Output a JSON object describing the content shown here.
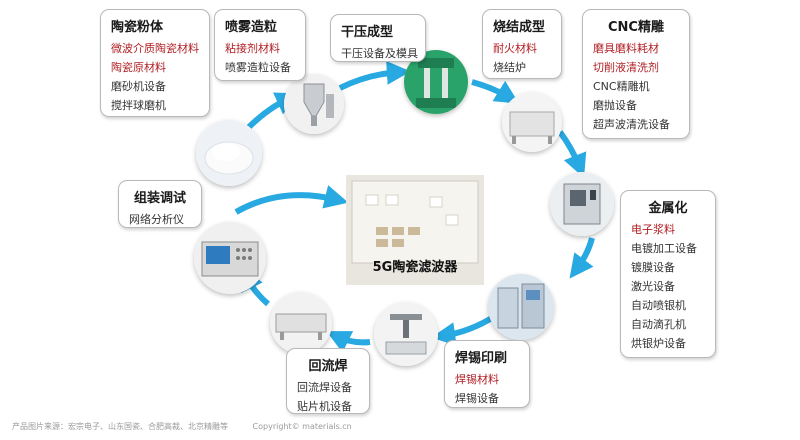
{
  "center": {
    "title": "5G陶瓷滤波器"
  },
  "colors": {
    "arrow": "#29a9e1",
    "accent": "#b01e23"
  },
  "steps": {
    "ceramic_powder": {
      "title": "陶瓷粉体",
      "items": [
        "微波介质陶瓷材料",
        "陶瓷原材料",
        "磨砂机设备",
        "搅拌球磨机"
      ]
    },
    "spray_granulation": {
      "title": "喷雾造粒",
      "items": [
        "粘接剂材料",
        "喷雾造粒设备"
      ]
    },
    "dry_pressing": {
      "title": "干压成型",
      "items": [
        "干压设备及模具"
      ]
    },
    "sintering": {
      "title": "烧结成型",
      "items": [
        "耐火材料",
        "烧结炉"
      ]
    },
    "cnc": {
      "title": "CNC精雕",
      "items": [
        "磨具磨料耗材",
        "切削液清洗剂",
        "CNC精雕机",
        "磨抛设备",
        "超声波清洗设备"
      ]
    },
    "metallization": {
      "title": "金属化",
      "items": [
        "电子浆料",
        "电镀加工设备",
        "镀膜设备",
        "激光设备",
        "自动喷银机",
        "自动滴孔机",
        "烘银炉设备"
      ]
    },
    "solder_printing": {
      "title": "焊锡印刷",
      "items": [
        "焊锡材料",
        "焊锡设备"
      ]
    },
    "reflow": {
      "title": "回流焊",
      "items": [
        "回流焊设备",
        "贴片机设备"
      ]
    },
    "assembly": {
      "title": "组装调试",
      "items": [
        "网络分析仪"
      ]
    }
  },
  "footer": {
    "source": "产品图片来源：宏宗电子、山东国瓷、合肥高裁、北京精雕等",
    "copyright": "Copyright© materials.cn"
  }
}
